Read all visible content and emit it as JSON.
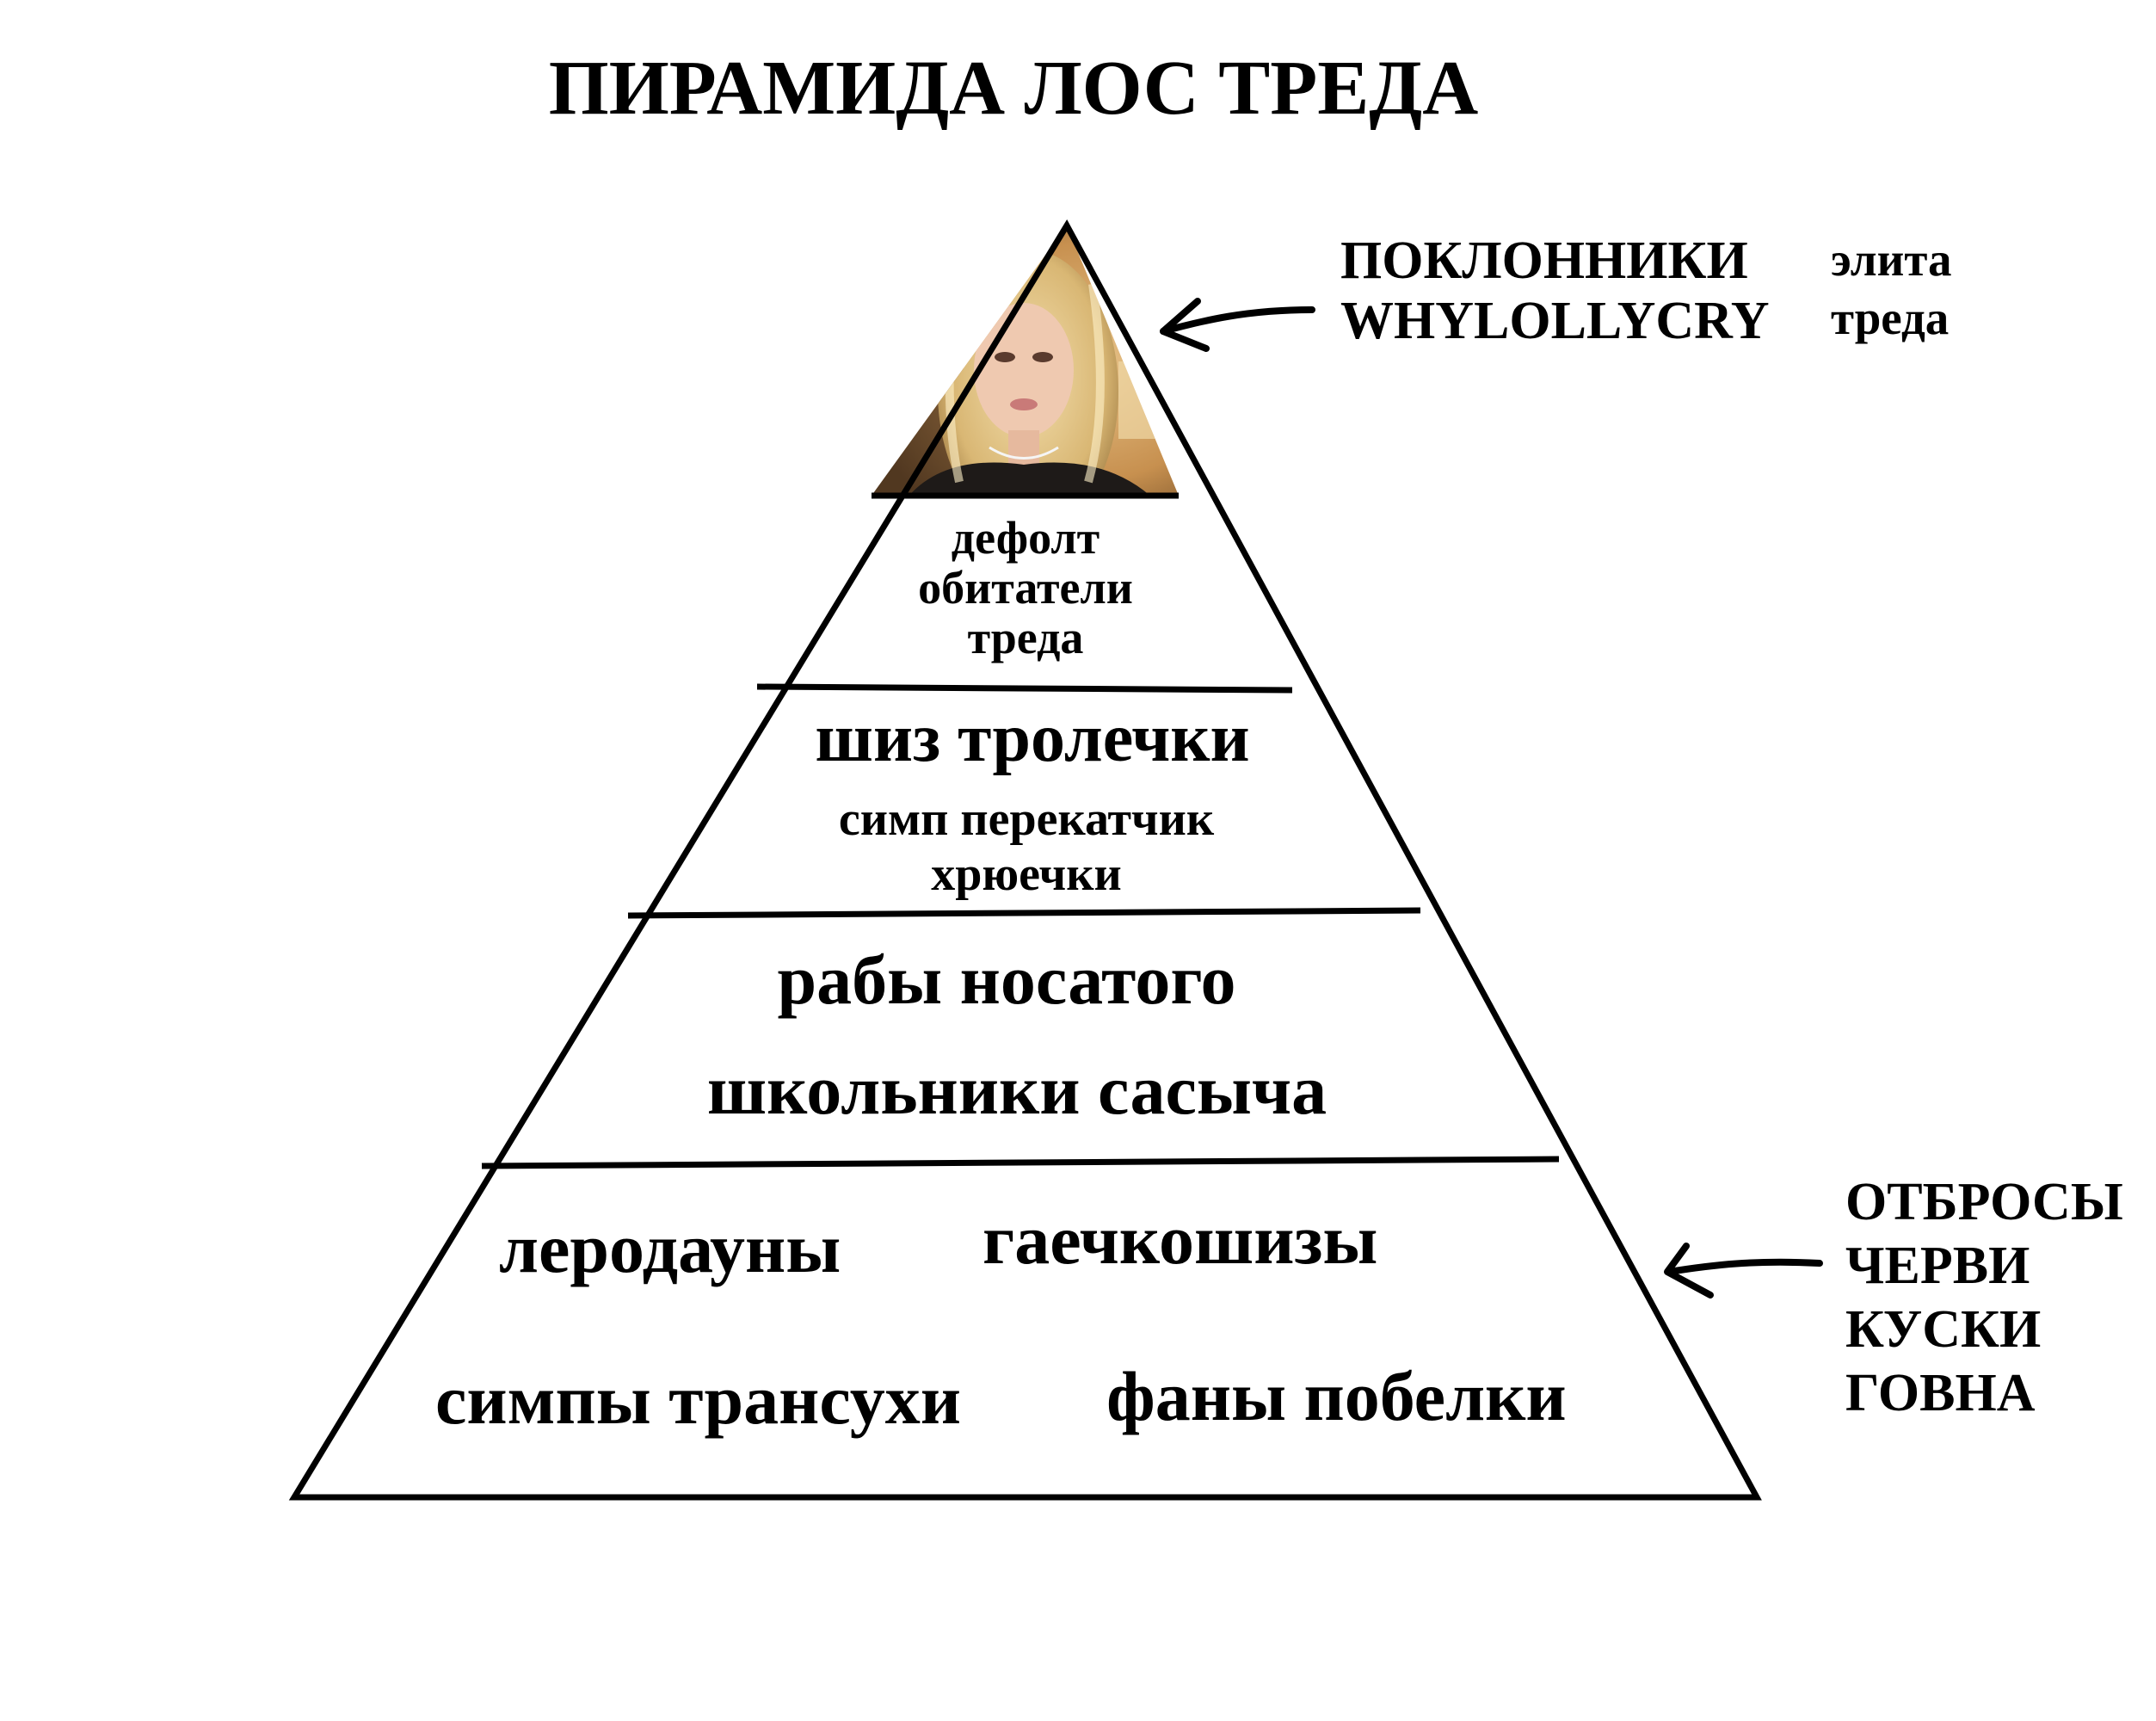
{
  "title": "ПИРАМИДА ЛОС ТРЕДА",
  "tiers": {
    "top": {
      "photo": "portrait-photo",
      "label_lines": [
        "ПОКЛОННИКИ",
        "WHYLOLLYCRY"
      ],
      "note_lines": [
        "элита",
        "треда"
      ]
    },
    "second": {
      "lines": [
        "дефолт",
        "обитатели",
        "треда"
      ]
    },
    "third": {
      "heading": "шиз тролечки",
      "lines": [
        "симп перекатчик",
        "хрюечки"
      ]
    },
    "fourth": {
      "lines": [
        "рабы носатого",
        "школьники сасыча"
      ]
    },
    "bottom": {
      "items": [
        "леродауны",
        "гаечкошизы",
        "симпы трансухи",
        "фаны побелки"
      ],
      "label_lines": [
        "ОТБРОСЫ",
        "ЧЕРВИ",
        "КУСКИ",
        "ГОВНА"
      ]
    }
  },
  "icons": [
    "arrow-left-icon",
    "arrow-left-icon"
  ],
  "colors": {
    "ink": "#000000",
    "background": "#ffffff"
  }
}
